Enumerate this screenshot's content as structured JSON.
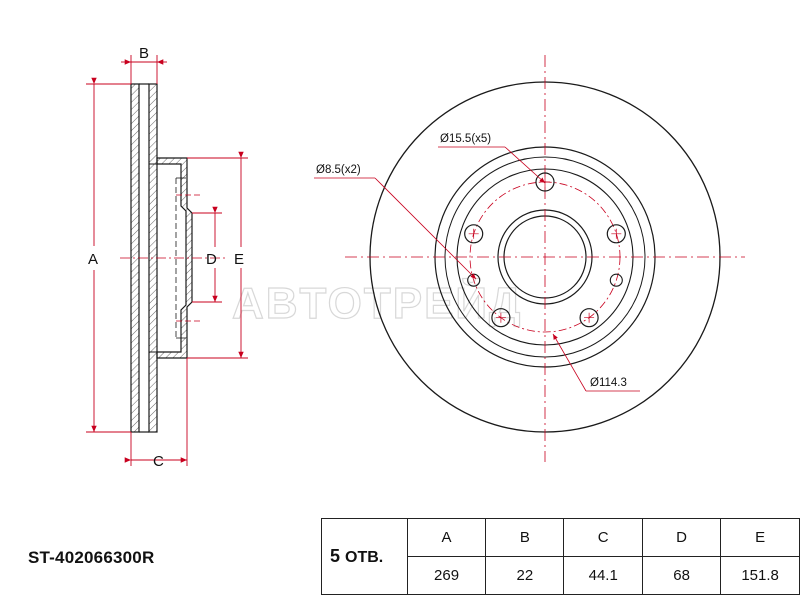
{
  "part_number": "ST-402066300R",
  "watermark": "ABTOTPEЙД",
  "side_view_labels": {
    "a": "A",
    "b": "B",
    "c": "C",
    "d": "D",
    "e": "E"
  },
  "front_view_callouts": {
    "bolt_holes": "Ø15.5(x5)",
    "pin_holes": "Ø8.5(x2)",
    "pcd": "Ø114.3"
  },
  "spec_table": {
    "holes_count": "5",
    "holes_unit": "ОТВ.",
    "columns": [
      {
        "header": "A",
        "value": "269"
      },
      {
        "header": "B",
        "value": "22"
      },
      {
        "header": "C",
        "value": "44.1"
      },
      {
        "header": "D",
        "value": "68"
      },
      {
        "header": "E",
        "value": "151.8"
      }
    ]
  },
  "colors": {
    "line": "#1a1a1a",
    "dimension": "#c8001e",
    "hatch": "#555555"
  }
}
